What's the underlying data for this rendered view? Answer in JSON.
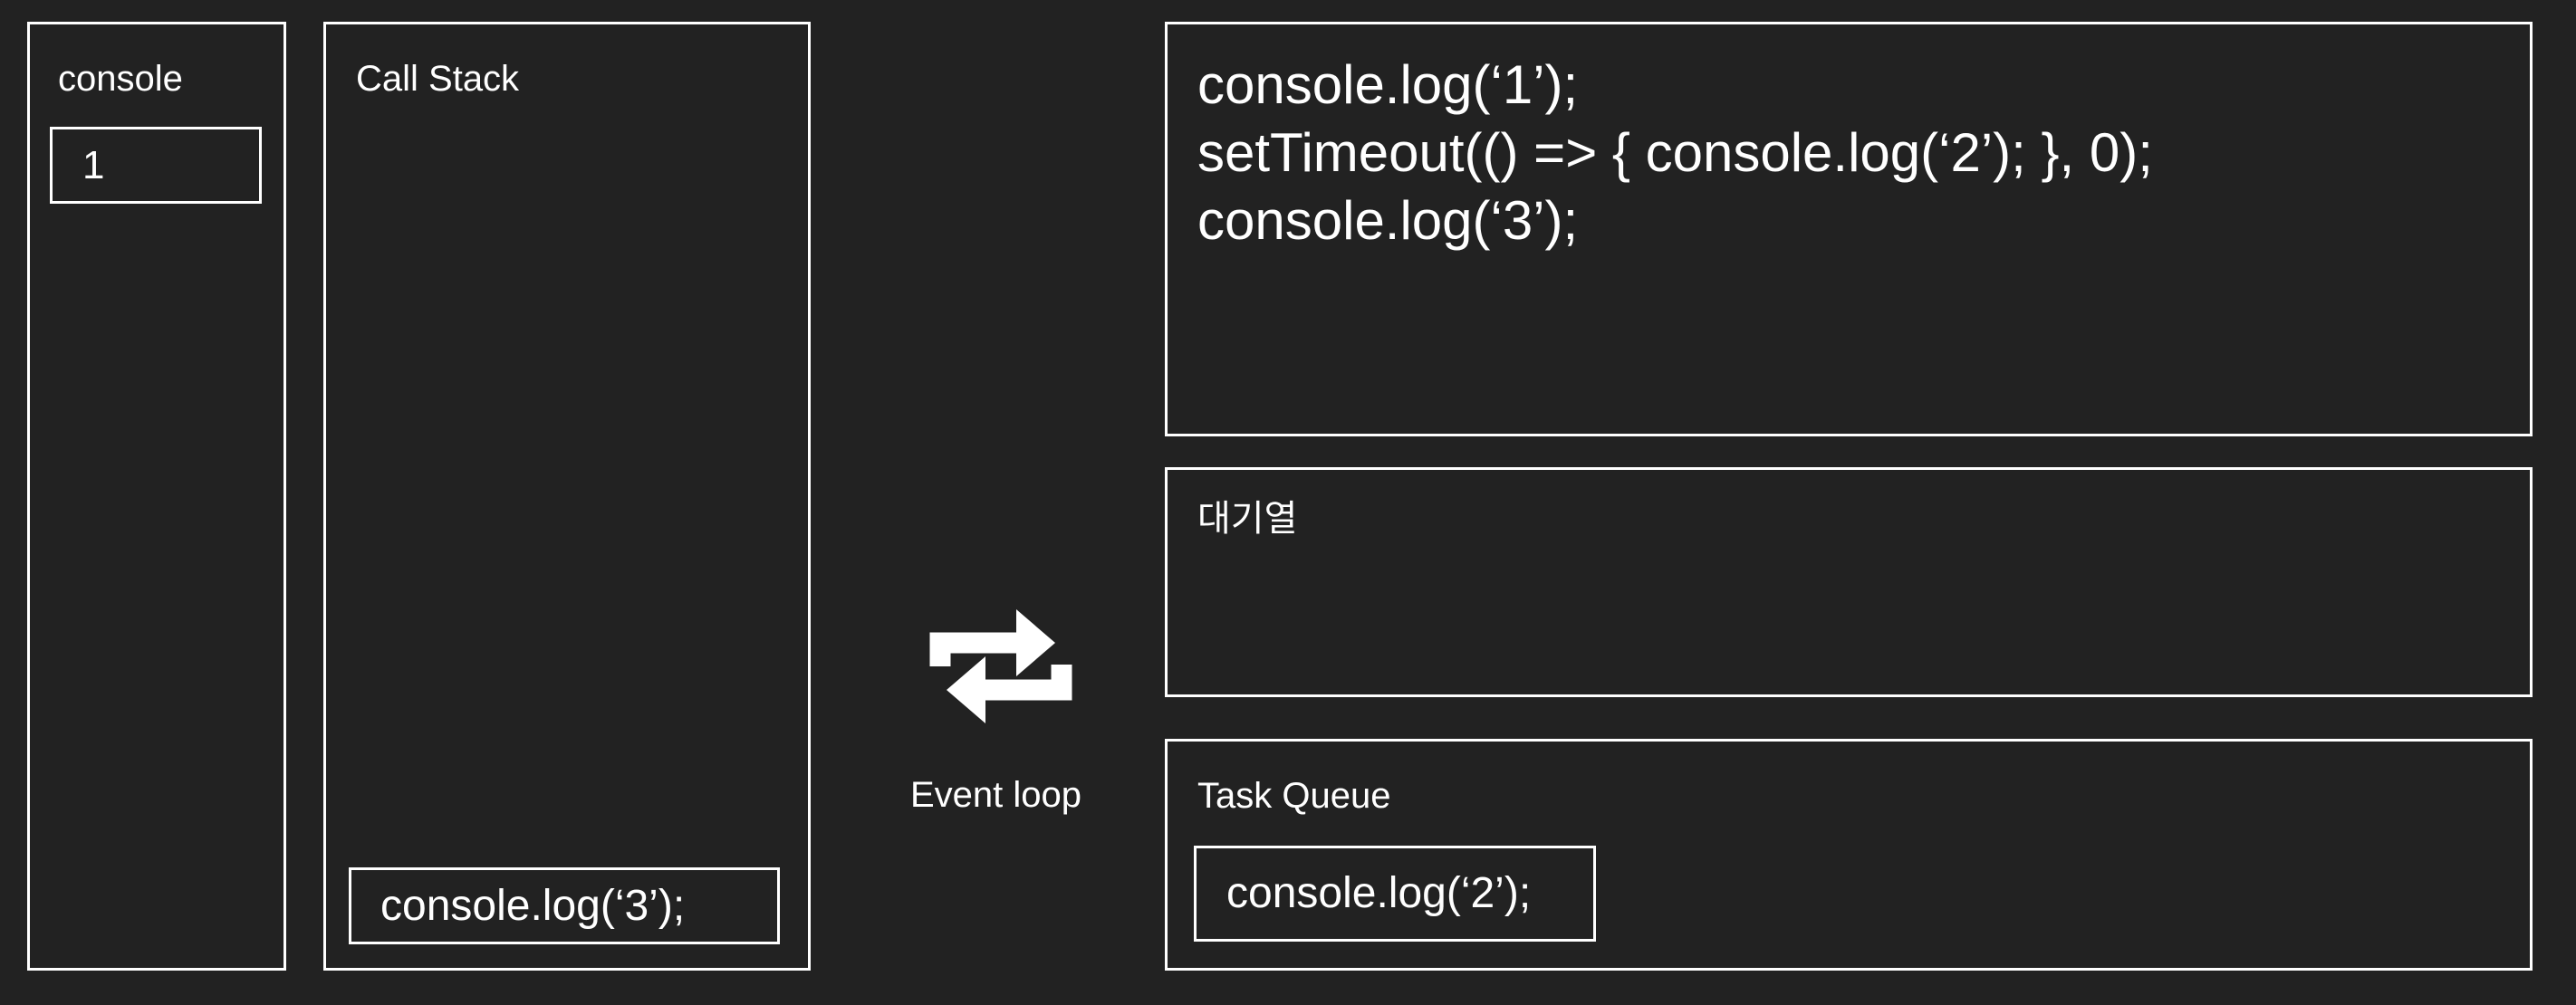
{
  "console": {
    "title": "console",
    "output": [
      "1"
    ]
  },
  "call_stack": {
    "title": "Call Stack",
    "items": [
      "console.log(‘3’);"
    ]
  },
  "event_loop": {
    "label": "Event loop",
    "icon": "repeat-arrows-icon"
  },
  "code": {
    "lines": [
      "console.log(‘1’);",
      "setTimeout(() => { console.log(‘2’); }, 0);",
      "console.log(‘3’);"
    ]
  },
  "waiting_queue": {
    "title": "대기열"
  },
  "task_queue": {
    "title": "Task Queue",
    "items": [
      "console.log(‘2’);"
    ]
  },
  "colors": {
    "background": "#222222",
    "foreground": "#ffffff"
  }
}
